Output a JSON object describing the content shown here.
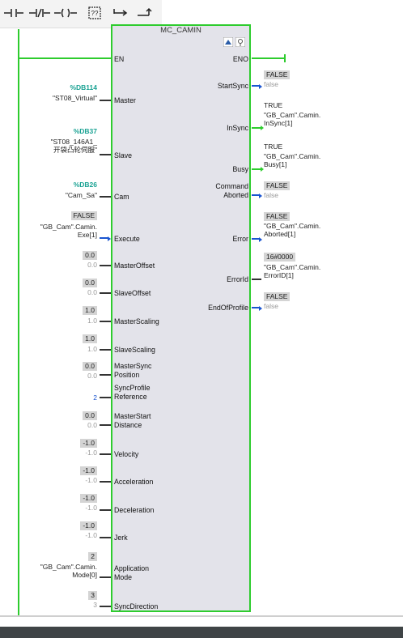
{
  "block": {
    "title": "MC_CAMIN"
  },
  "inputs": {
    "en": "EN",
    "master": {
      "label": "Master",
      "db": "%DB114",
      "tag": "\"ST08_Virtual\""
    },
    "slave": {
      "label": "Slave",
      "db": "%DB37",
      "tag1": "\"ST08_146A1_",
      "tag2": "开袋凸轮伺服\""
    },
    "cam": {
      "label": "Cam",
      "db": "%DB26",
      "tag": "\"Cam_Sa\""
    },
    "execute": {
      "label": "Execute",
      "value": "FALSE",
      "tag1": "\"GB_Cam\".Camin.",
      "tag2": "Exe[1]"
    },
    "masteroffset": {
      "label": "MasterOffset",
      "value": "0.0",
      "default": "0.0"
    },
    "slaveoffset": {
      "label": "SlaveOffset",
      "value": "0.0",
      "default": "0.0"
    },
    "masterscaling": {
      "label": "MasterScaling",
      "value": "1.0",
      "default": "1.0"
    },
    "slavescaling": {
      "label": "SlaveScaling",
      "value": "1.0",
      "default": "1.0"
    },
    "mastersyncposition": {
      "label1": "MasterSync",
      "label2": "Position",
      "value": "0.0",
      "default": "0.0"
    },
    "syncprofilereference": {
      "label1": "SyncProfile",
      "label2": "Reference",
      "default": "2"
    },
    "masterstartdistance": {
      "label1": "MasterStart",
      "label2": "Distance",
      "value": "0.0",
      "default": "0.0"
    },
    "velocity": {
      "label": "Velocity",
      "value": "-1.0",
      "default": "-1.0"
    },
    "acceleration": {
      "label": "Acceleration",
      "value": "-1.0",
      "default": "-1.0"
    },
    "deceleration": {
      "label": "Deceleration",
      "value": "-1.0",
      "default": "-1.0"
    },
    "jerk": {
      "label": "Jerk",
      "value": "-1.0",
      "default": "-1.0"
    },
    "applicationmode": {
      "label1": "Application",
      "label2": "Mode",
      "value": "2",
      "tag1": "\"GB_Cam\".Camin.",
      "tag2": "Mode[0]"
    },
    "syncdirection": {
      "label": "SyncDirection",
      "value": "3",
      "default": "3"
    }
  },
  "outputs": {
    "eno": "ENO",
    "startsync": {
      "label": "StartSync",
      "value": "FALSE",
      "default": "false"
    },
    "insync": {
      "label": "InSync",
      "value": "TRUE",
      "tag1": "\"GB_Cam\".Camin.",
      "tag2": "InSync[1]"
    },
    "busy": {
      "label": "Busy",
      "value": "TRUE",
      "tag1": "\"GB_Cam\".Camin.",
      "tag2": "Busy[1]"
    },
    "commandaborted": {
      "label1": "Command",
      "label2": "Aborted",
      "value": "FALSE",
      "default": "false"
    },
    "error": {
      "label": "Error",
      "value": "FALSE",
      "tag1": "\"GB_Cam\".Camin.",
      "tag2": "Aborted[1]"
    },
    "errorid": {
      "label": "ErrorId",
      "value": "16#0000",
      "tag1": "\"GB_Cam\".Camin.",
      "tag2": "ErrorID[1]"
    },
    "endofprofile": {
      "label": "EndOfProfile",
      "value": "FALSE",
      "default": "false"
    }
  },
  "colors": {
    "rung": "#2ecc2e",
    "block": "#e3e3ea",
    "db": "#1aa293",
    "value_bg": "#d4d4d4",
    "dashed": "#1a55d0"
  },
  "icons": [
    "normally-open-contact-icon",
    "normally-closed-contact-icon",
    "coil-icon",
    "empty-box-icon",
    "branch-open-icon",
    "branch-close-icon"
  ]
}
